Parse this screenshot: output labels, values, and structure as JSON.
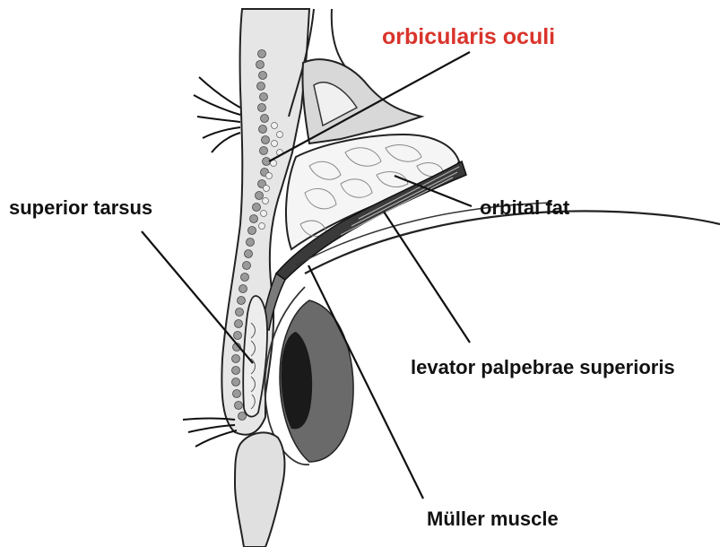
{
  "labels": {
    "orbicularis_oculi": "orbicularis oculi",
    "superior_tarsus": "superior tarsus",
    "orbital_fat": "orbital fat",
    "levator_palpebrae_superioris": "levator palpebrae superioris",
    "muller_muscle": "Müller muscle"
  },
  "colors": {
    "highlight_label": "#d9342b",
    "label": "#111111",
    "line": "#111111",
    "skin": "#e6e6e6",
    "muscle": "#7a7a7a",
    "iris": "#6a6a6a",
    "pupil": "#1a1a1a",
    "fat": "#f5f5f5"
  }
}
